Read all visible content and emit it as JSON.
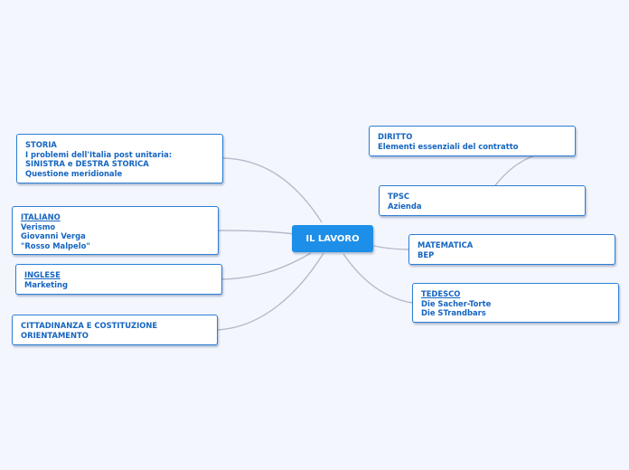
{
  "center": {
    "label": "IL LAVORO"
  },
  "colors": {
    "background": "#f3f6fd",
    "center_fill": "#1d8fe8",
    "node_border": "#2c7fd6",
    "text": "#1565c0",
    "connector": "#b4bac8"
  },
  "nodes": [
    {
      "id": "storia",
      "lines": [
        "STORIA",
        "I problemi dell'Italia post unitaria:",
        "SINISTRA e DESTRA STORICA",
        "Questione meridionale"
      ],
      "underline_first": false
    },
    {
      "id": "italiano",
      "lines": [
        "ITALIANO",
        "Verismo",
        "Giovanni Verga",
        "\"Rosso Malpelo\""
      ],
      "underline_first": true
    },
    {
      "id": "inglese",
      "lines": [
        "INGLESE",
        "Marketing"
      ],
      "underline_first": true
    },
    {
      "id": "cittadinanza",
      "lines": [
        "CITTADINANZA E COSTITUZIONE",
        "ORIENTAMENTO"
      ],
      "underline_first": false
    },
    {
      "id": "diritto",
      "lines": [
        "DIRITTO",
        "Elementi essenziali del contratto"
      ],
      "underline_first": false
    },
    {
      "id": "tpsc",
      "lines": [
        "TPSC",
        "Azienda"
      ],
      "underline_first": false
    },
    {
      "id": "matematica",
      "lines": [
        "MATEMATICA",
        "BEP"
      ],
      "underline_first": false
    },
    {
      "id": "tedesco",
      "lines": [
        "TEDESCO",
        "Die Sacher-Torte",
        "Die STrandbars"
      ],
      "underline_first": true
    }
  ]
}
